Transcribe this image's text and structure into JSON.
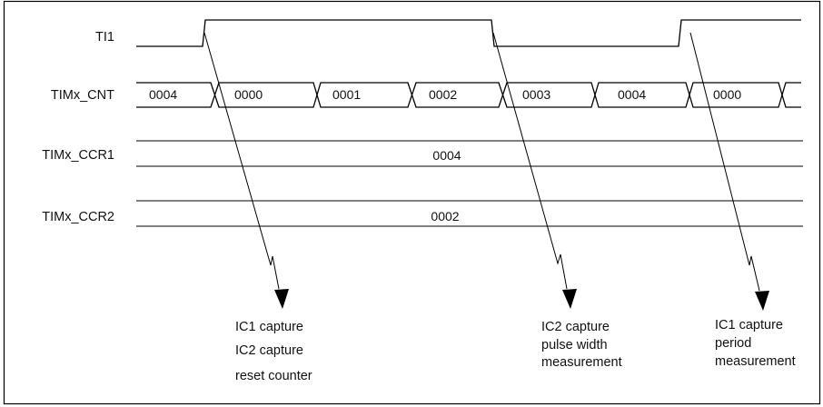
{
  "signals": {
    "ti1": "TI1",
    "cnt": "TIMx_CNT",
    "ccr1": "TIMx_CCR1",
    "ccr2": "TIMx_CCR2"
  },
  "counter_values": [
    "0004",
    "0000",
    "0001",
    "0002",
    "0003",
    "0004",
    "0000"
  ],
  "ccr1_value": "0004",
  "ccr2_value": "0002",
  "annotations": {
    "first": [
      "IC1 capture",
      "IC2 capture",
      "reset counter"
    ],
    "second": [
      "IC2 capture",
      "pulse width",
      "measurement"
    ],
    "third": [
      "IC1 capture",
      "period",
      "measurement"
    ]
  }
}
